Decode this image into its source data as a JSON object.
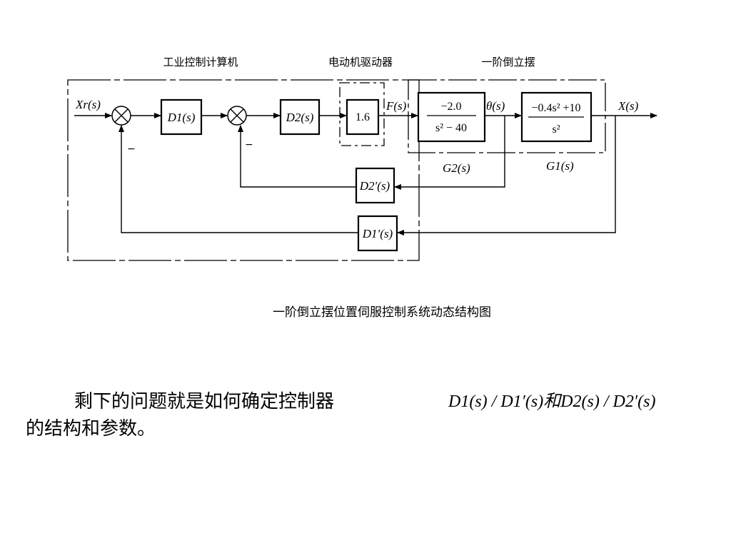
{
  "diagram": {
    "groups": {
      "computer": "工业控制计算机",
      "driver": "电动机驱动器",
      "pendulum": "一阶倒立摆"
    },
    "signals": {
      "input": "Xr(s)",
      "force": "F(s)",
      "angle": "θ(s)",
      "output": "X(s)"
    },
    "blocks": {
      "d1": "D1(s)",
      "d2": "D2(s)",
      "gain": "1.6",
      "g2_num": "−2.0",
      "g2_den": "s² − 40",
      "g1_num": "−0.4s² +10",
      "g1_den": "s²",
      "d2p": "D2′(s)",
      "d1p": "D1′(s)"
    },
    "labels": {
      "g2": "G2(s)",
      "g1": "G1(s)",
      "minus": "−"
    },
    "caption": "一阶倒立摆位置伺服控制系统动态结构图"
  },
  "text": {
    "line1": "剩下的问题就是如何确定控制器",
    "math": "D1(s) / D1′(s)和D2(s) / D2′(s)",
    "line2": "的结构和参数。"
  }
}
